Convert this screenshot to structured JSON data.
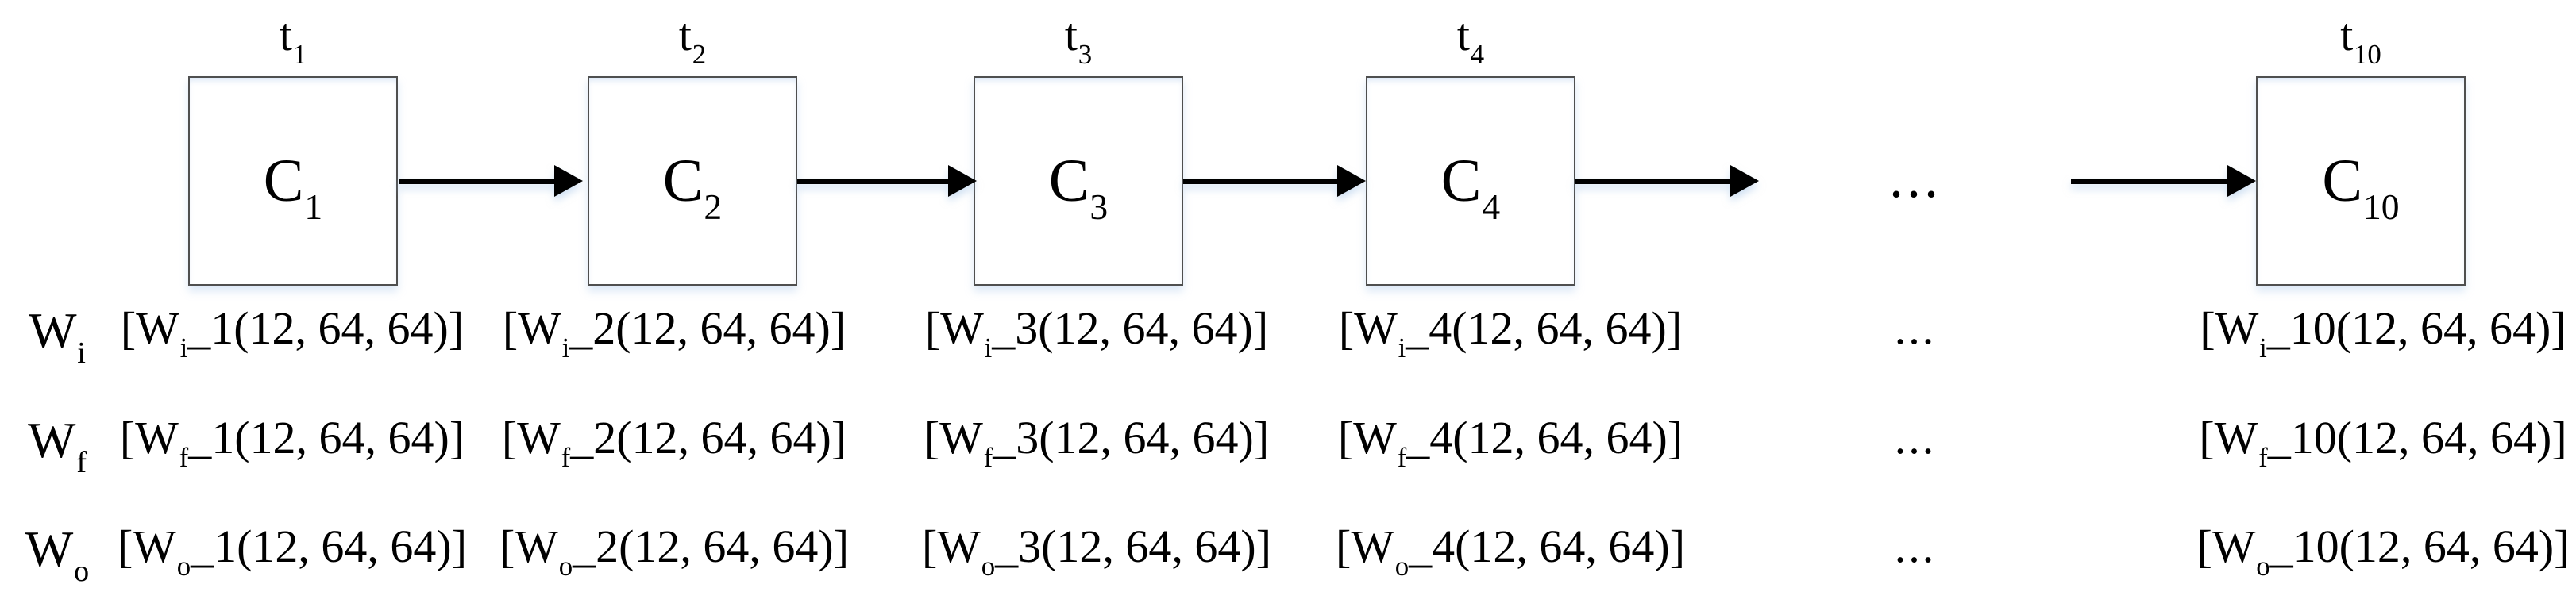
{
  "diagram": {
    "timesteps": [
      {
        "base": "t",
        "sub": "1"
      },
      {
        "base": "t",
        "sub": "2"
      },
      {
        "base": "t",
        "sub": "3"
      },
      {
        "base": "t",
        "sub": "4"
      },
      {
        "base": "t",
        "sub": "10"
      }
    ],
    "cells": [
      {
        "base": "C",
        "sub": "1"
      },
      {
        "base": "C",
        "sub": "2"
      },
      {
        "base": "C",
        "sub": "3"
      },
      {
        "base": "C",
        "sub": "4"
      },
      {
        "base": "C",
        "sub": "10"
      }
    ],
    "chain_ellipsis": "...",
    "weight_rows": [
      {
        "label": {
          "base": "W",
          "sub": "i"
        },
        "cells": [
          {
            "pre": "[W",
            "sub": "i",
            "post": "_1(12, 64, 64)]"
          },
          {
            "pre": "[W",
            "sub": "i",
            "post": "_2(12, 64, 64)]"
          },
          {
            "pre": "[W",
            "sub": "i",
            "post": "_3(12, 64, 64)]"
          },
          {
            "pre": "[W",
            "sub": "i",
            "post": "_4(12, 64, 64)]"
          },
          {
            "pre": "[W",
            "sub": "i",
            "post": "_10(12, 64, 64)]"
          }
        ],
        "ellipsis": "..."
      },
      {
        "label": {
          "base": "W",
          "sub": "f"
        },
        "cells": [
          {
            "pre": "[W",
            "sub": "f",
            "post": "_1(12, 64, 64)]"
          },
          {
            "pre": "[W",
            "sub": "f",
            "post": "_2(12, 64, 64)]"
          },
          {
            "pre": "[W",
            "sub": "f",
            "post": "_3(12, 64, 64)]"
          },
          {
            "pre": "[W",
            "sub": "f",
            "post": "_4(12, 64, 64)]"
          },
          {
            "pre": "[W",
            "sub": "f",
            "post": "_10(12, 64, 64)]"
          }
        ],
        "ellipsis": "..."
      },
      {
        "label": {
          "base": "W",
          "sub": "o"
        },
        "cells": [
          {
            "pre": "[W",
            "sub": "o",
            "post": "_1(12, 64, 64)]"
          },
          {
            "pre": "[W",
            "sub": "o",
            "post": "_2(12, 64, 64)]"
          },
          {
            "pre": "[W",
            "sub": "o",
            "post": "_3(12, 64, 64)]"
          },
          {
            "pre": "[W",
            "sub": "o",
            "post": "_4(12, 64, 64)]"
          },
          {
            "pre": "[W",
            "sub": "o",
            "post": "_10(12, 64, 64)]"
          }
        ],
        "ellipsis": "..."
      }
    ]
  },
  "colors": {
    "ink": "#000000",
    "box_border": "#4f4f4f",
    "shadow_tint": "#a8c6e8",
    "background": "#ffffff"
  }
}
